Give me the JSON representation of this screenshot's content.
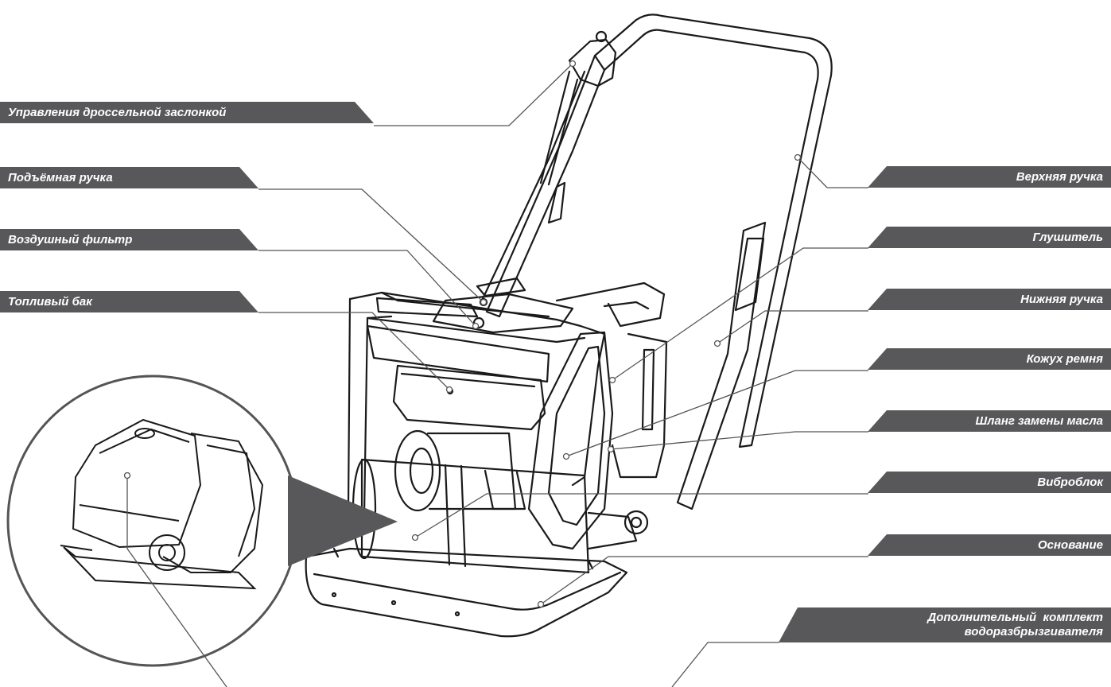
{
  "labels": {
    "throttle": "Управления дроссельной заслонкой",
    "lifting_handle": "Подъёмная ручка",
    "air_filter": "Воздушный фильтр",
    "fuel_tank": "Топливый бак",
    "upper_handle": "Верхняя ручка",
    "muffler": "Глушитель",
    "lower_handle": "Нижняя ручка",
    "belt_cover": "Кожух ремня",
    "oil_drain_hose": "Шланг замены масла",
    "vibro_unit": "Виброблок",
    "base": "Основание",
    "water_kit_line1": "Дополнительный  комплект",
    "water_kit_line2": "водоразбрызгивателя"
  },
  "colors": {
    "label_bg": "#58585a",
    "label_text": "#ffffff",
    "line": "#555555",
    "drawing_stroke": "#1a1a1a"
  }
}
